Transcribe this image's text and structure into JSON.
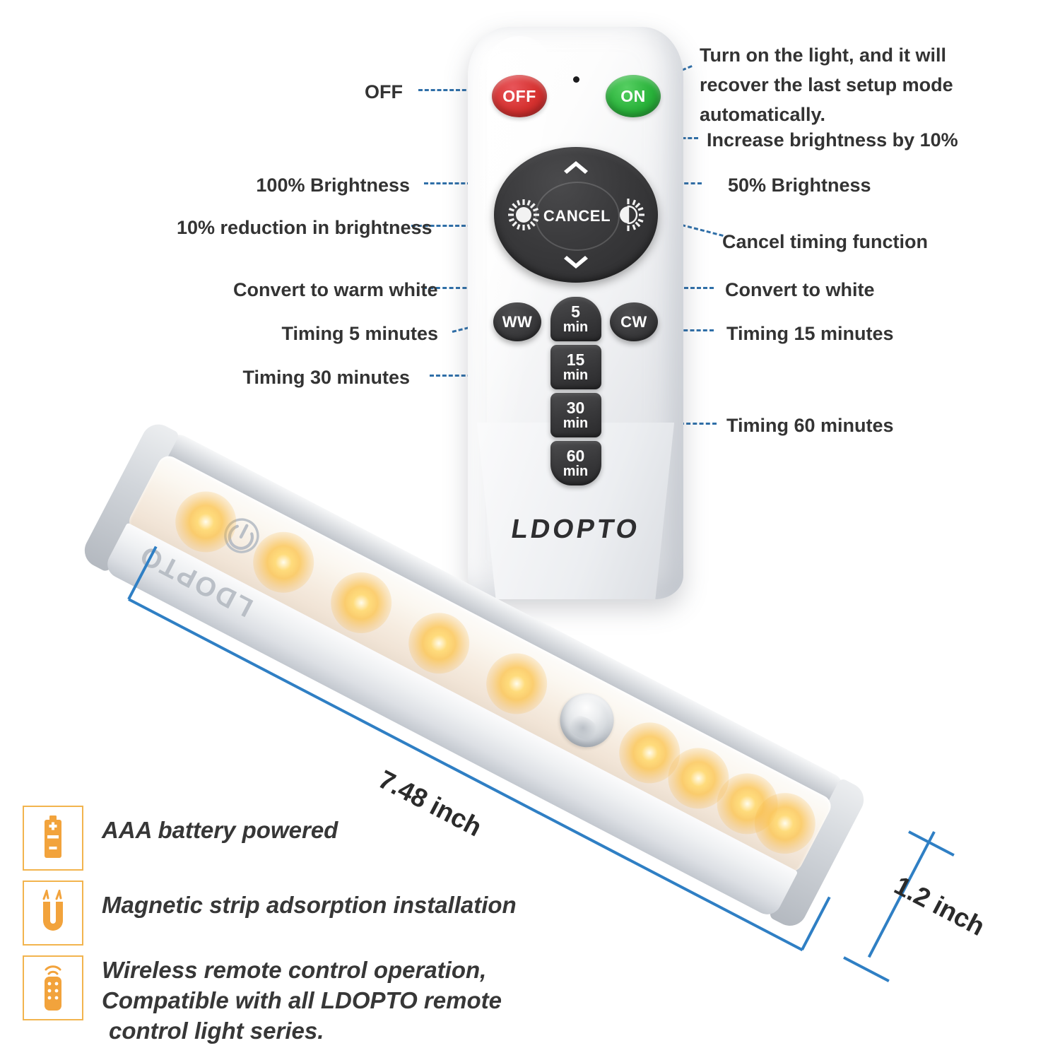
{
  "brand": "LDOPTO",
  "remote": {
    "brand_label": "LDOPTO",
    "off_label": "OFF",
    "on_label": "ON",
    "cancel_label": "CANCEL",
    "ww_label": "WW",
    "cw_label": "CW",
    "timers": [
      {
        "value": "5",
        "unit": "min"
      },
      {
        "value": "15",
        "unit": "min"
      },
      {
        "value": "30",
        "unit": "min"
      },
      {
        "value": "60",
        "unit": "min"
      }
    ]
  },
  "callouts": {
    "off": "OFF",
    "on": "Turn on the light, and it will recover the last setup mode automatically.",
    "increase": "Increase brightness by 10%",
    "brightness_100": "100% Brightness",
    "brightness_50": "50% Brightness",
    "reduction_10": "10% reduction in brightness",
    "cancel_timing": "Cancel timing function",
    "warm_white": "Convert to warm white",
    "white": "Convert to white",
    "timing_5": "Timing 5 minutes",
    "timing_15": "Timing 15 minutes",
    "timing_30": "Timing 30 minutes",
    "timing_60": "Timing 60 minutes"
  },
  "lightbar": {
    "brand_label": "LDOPTO",
    "length_label": "7.48 inch",
    "width_label": "1.2 inch"
  },
  "features": [
    {
      "icon": "battery-icon",
      "line1": "AAA battery powered",
      "line2": "",
      "line3": ""
    },
    {
      "icon": "magnet-icon",
      "line1": "Magnetic strip adsorption installation",
      "line2": "",
      "line3": ""
    },
    {
      "icon": "remote-icon",
      "line1": "Wireless remote control operation,",
      "line2": "Compatible with all LDOPTO remote",
      "line3": "control light series."
    }
  ],
  "colors": {
    "leader_line": "#2f6fa8",
    "dimension_line": "#2f7fc4",
    "accent_orange": "#f2a33c",
    "off_button": "#d5312f",
    "on_button": "#29b23a",
    "button_dark": "#3a3a3c",
    "text": "#333333"
  }
}
